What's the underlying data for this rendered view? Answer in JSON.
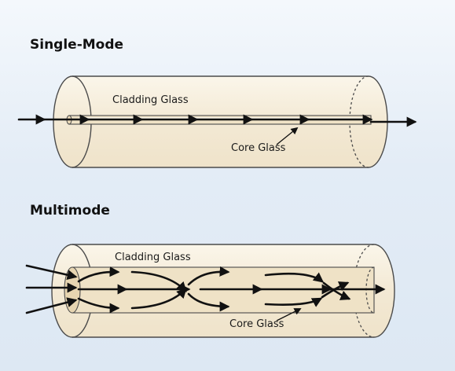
{
  "single_mode": {
    "title": "Single-Mode",
    "cladding_label": "Cladding Glass",
    "core_label": "Core Glass"
  },
  "multimode": {
    "title": "Multimode",
    "cladding_label": "Cladding Glass",
    "core_label": "Core Glass"
  },
  "colors": {
    "background": "#e6eef7",
    "cladding_fill": "#f6eedc",
    "core_fill": "#efe2c6",
    "outline": "#4b4b4b",
    "ray": "#111111"
  }
}
